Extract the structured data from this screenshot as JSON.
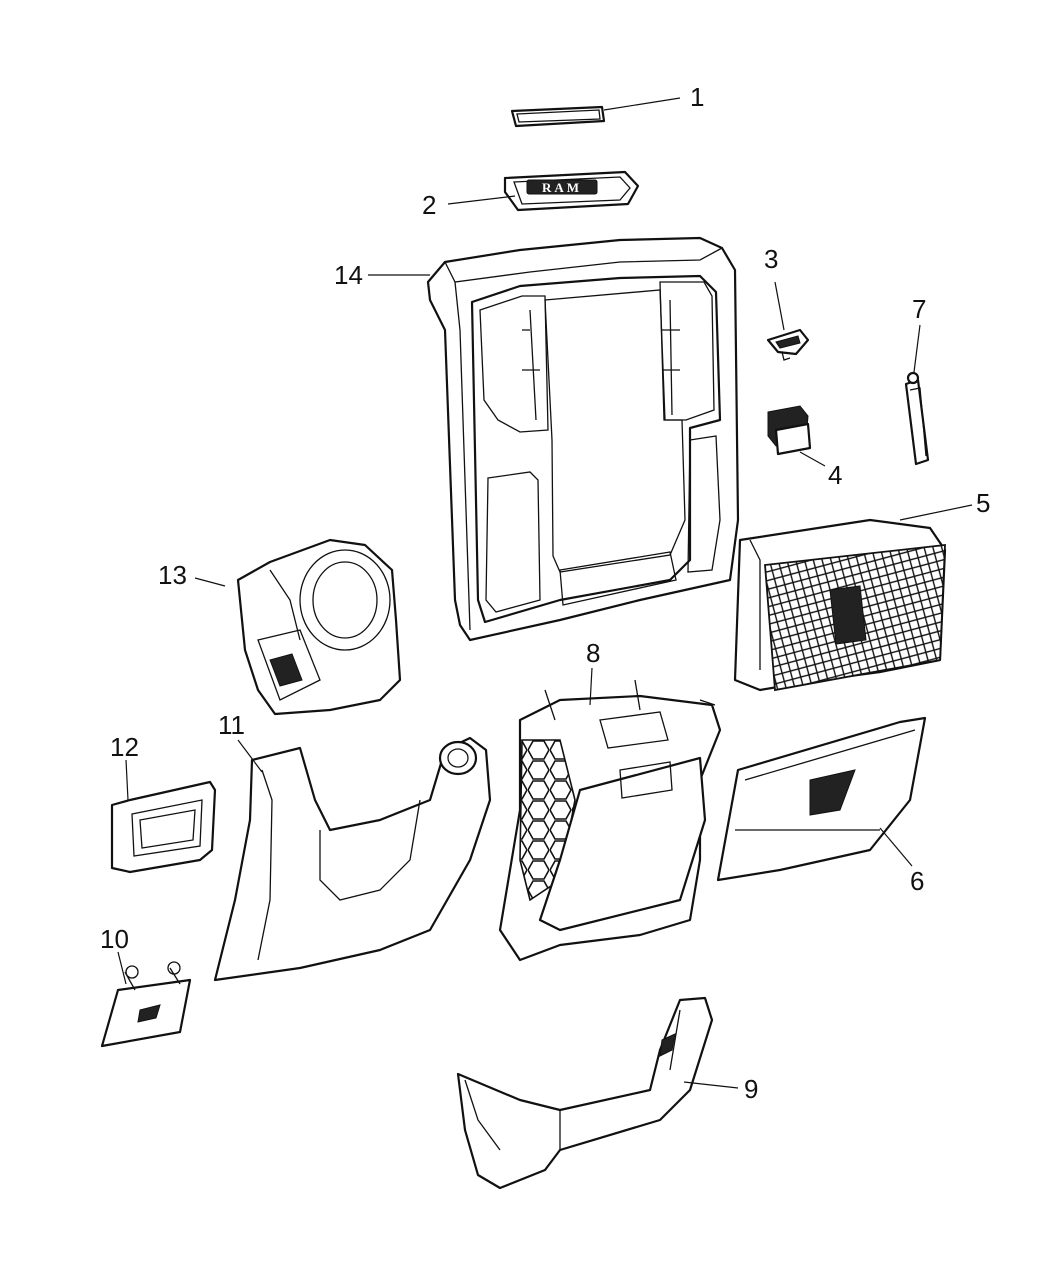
{
  "labels": {
    "l1": "1",
    "l2": "2",
    "l3": "3",
    "l4": "4",
    "l5": "5",
    "l6": "6",
    "l7": "7",
    "l8": "8",
    "l9": "9",
    "l10": "10",
    "l11": "11",
    "l12": "12",
    "l13": "13",
    "l14": "14"
  },
  "badge_text": "RAM",
  "colors": {
    "line": "#111111",
    "background": "#ffffff"
  }
}
